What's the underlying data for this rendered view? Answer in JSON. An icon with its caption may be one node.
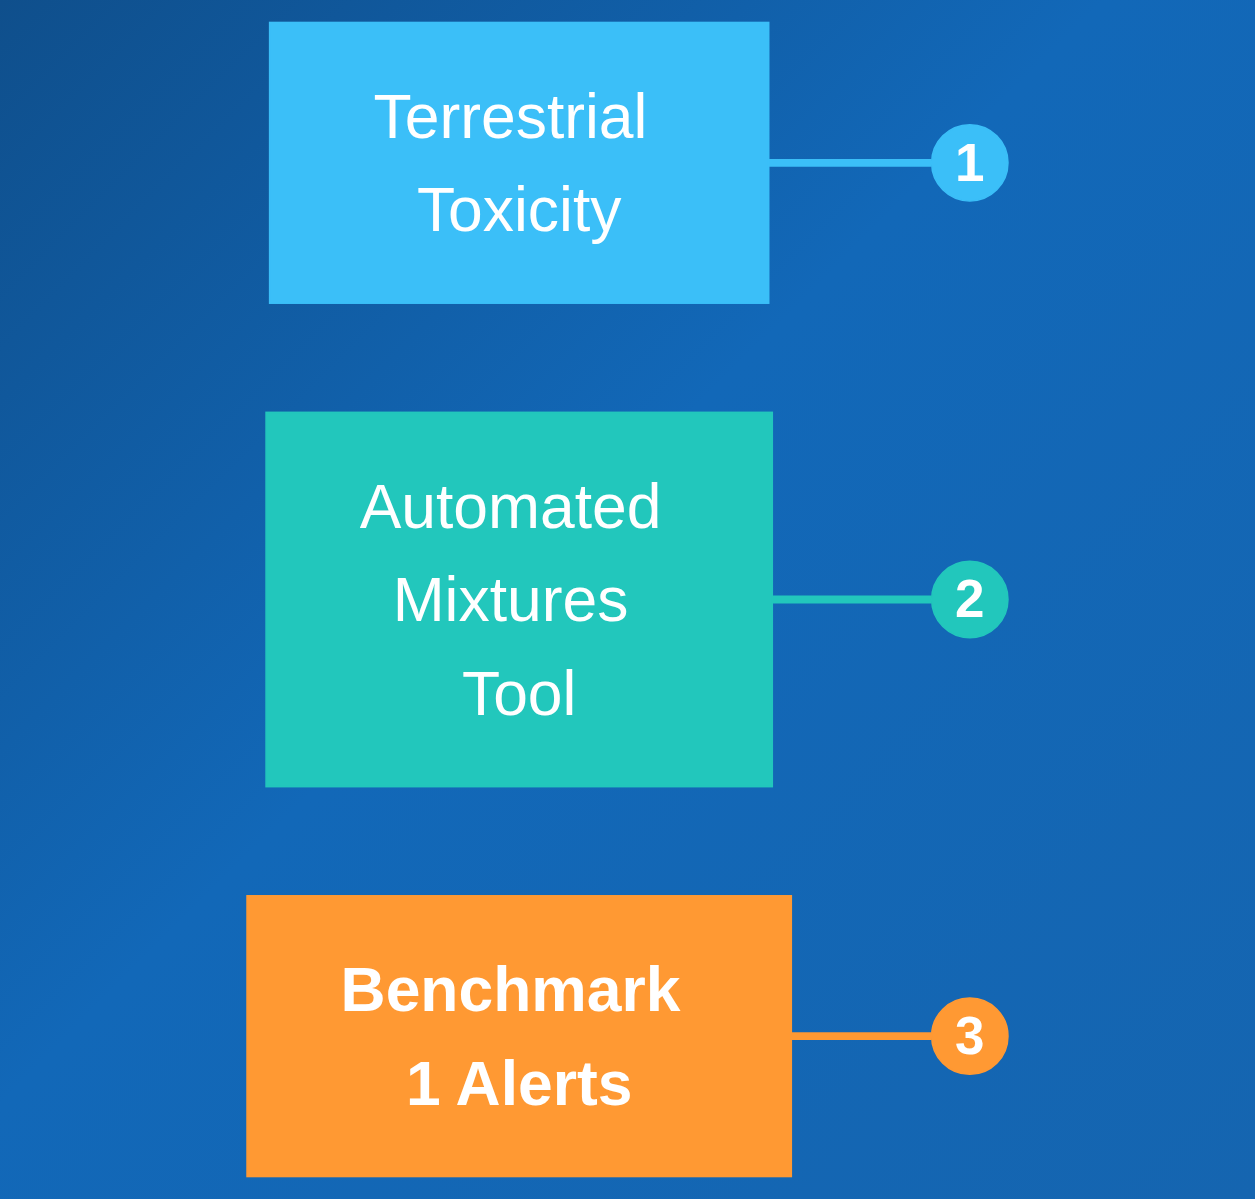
{
  "diagram": {
    "nodes": [
      {
        "text": [
          "1"
        ]
      },
      {
        "text": [
          "Terrestrial Toxicity"
        ]
      },
      {
        "text": [
          "2"
        ]
      },
      {
        "text": [
          "Automated Mixtures Tool"
        ]
      },
      {
        "text": [
          "3"
        ]
      },
      {
        "text": [
          "Benchmark 1 Alerts"
        ]
      }
    ],
    "edges": [
      {
        "from": 1,
        "to": 0,
        "arrow": "none",
        "color": "#3bbff8"
      },
      {
        "from": 3,
        "to": 2,
        "arrow": "none",
        "color": "#22c7bc"
      },
      {
        "from": 5,
        "to": 4,
        "arrow": "none",
        "color": "#ff9933"
      }
    ]
  }
}
